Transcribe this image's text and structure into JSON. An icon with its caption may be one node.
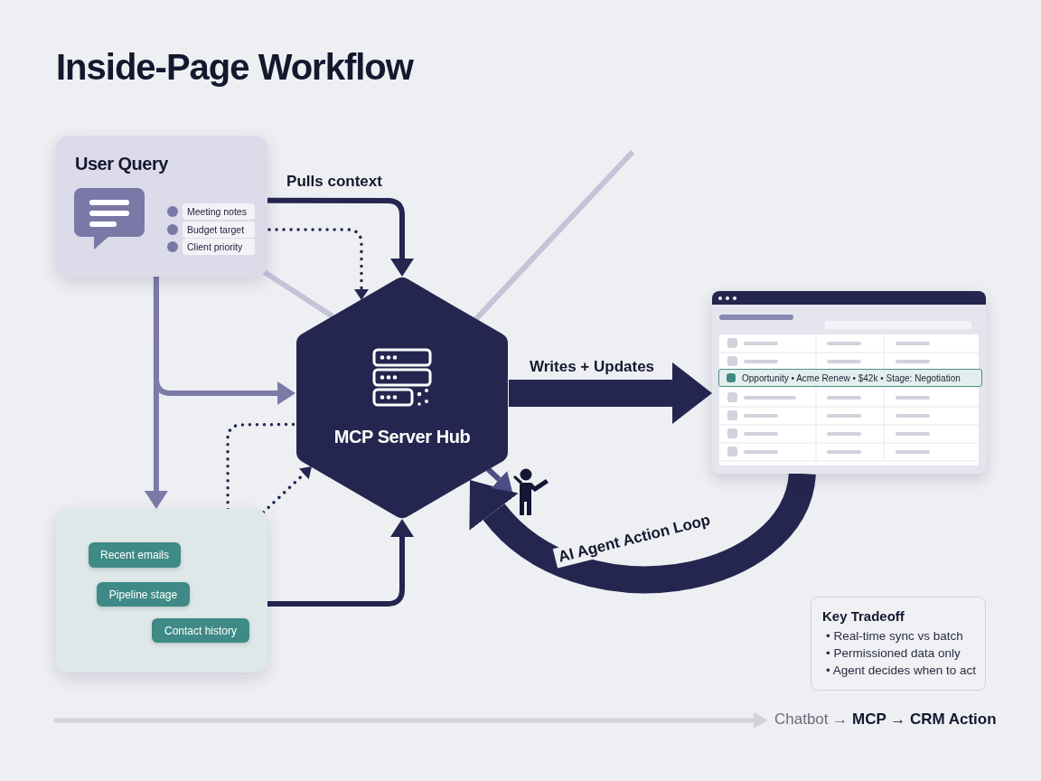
{
  "diagram": {
    "title": "Inside-Page Workflow",
    "nodes": [
      {
        "text": [
          "User Query"
        ]
      },
      {
        "text": [
          "Meeting notes"
        ],
        "in": 0
      },
      {
        "text": [
          "Budget target"
        ],
        "in": 0
      },
      {
        "text": [
          "Client priority"
        ],
        "in": 0
      },
      {
        "text": [
          "MCP Server Hub"
        ]
      },
      {
        "text": [
          "Opportunity • Acme Renew • $42k • Stage: Negotiation"
        ]
      },
      {
        "text": [],
        "shape": "person"
      },
      {
        "text": [],
        "shape": "box"
      },
      {
        "text": [
          "Recent emails"
        ],
        "in": 7
      },
      {
        "text": [
          "Pipeline stage"
        ],
        "in": 7
      },
      {
        "text": [
          "Contact history"
        ],
        "in": 7
      },
      {
        "text": [
          "Key Tradeoff",
          "• Real-time sync vs batch",
          "• Permissioned data only",
          "• Agent decides when to act"
        ]
      }
    ],
    "edges": [
      {
        "from": 0,
        "to": 4,
        "arrow": "to",
        "label": "Pulls context"
      },
      {
        "from": 2,
        "to": 4,
        "arrow": "to",
        "style": "dashed"
      },
      {
        "from": 0,
        "to": 4,
        "arrow": "none",
        "color": "#c4c3d8"
      },
      {
        "from": null,
        "to": 4,
        "arrow": "none",
        "color": "#c4c3d8"
      },
      {
        "from": 0,
        "to": 4,
        "arrow": "to",
        "color": "#7d7aa8"
      },
      {
        "from": 0,
        "to": 7,
        "arrow": "to",
        "color": "#7d7aa8"
      },
      {
        "from": 10,
        "to": 4,
        "arrow": "none",
        "style": "dashed"
      },
      {
        "from": 9,
        "to": 4,
        "arrow": "to",
        "style": "dashed"
      },
      {
        "from": 7,
        "to": 4,
        "arrow": "to"
      },
      {
        "from": 4,
        "to": 5,
        "arrow": "to",
        "label": "Writes + Updates",
        "style": "thick"
      },
      {
        "from": 5,
        "to": 4,
        "arrow": "to",
        "label": "AI Agent Action Loop",
        "style": "thick"
      },
      {
        "from": 4,
        "to": 6,
        "arrow": "to",
        "color": "#4d4d85"
      }
    ],
    "labels": [
      "Chatbot → **MCP → CRM Action**"
    ]
  }
}
